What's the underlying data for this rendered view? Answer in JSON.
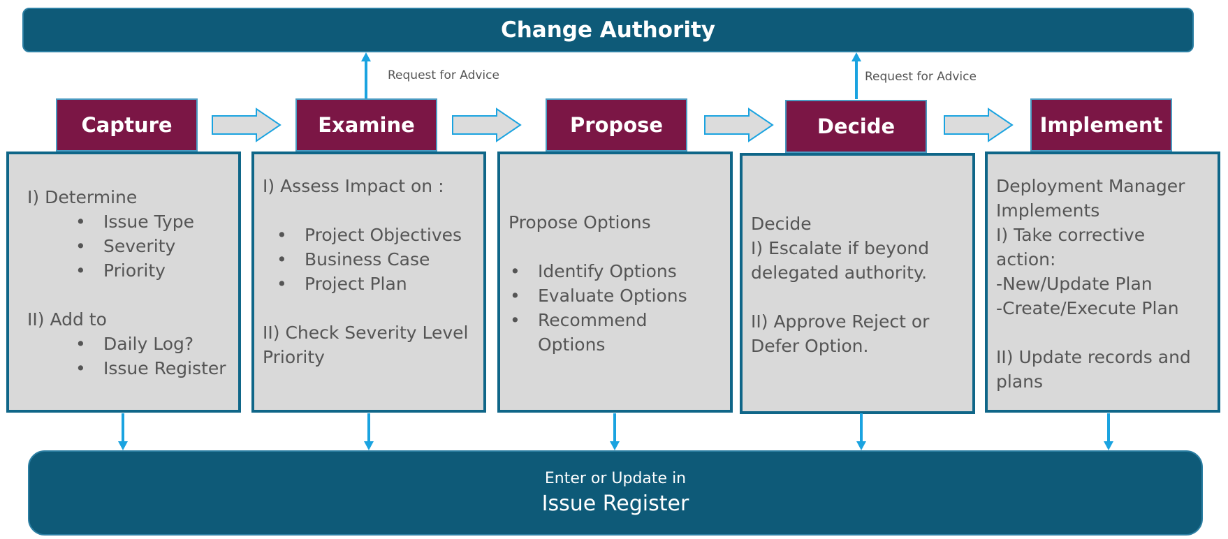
{
  "top_banner": "Change Authority",
  "request_label": "Request for Advice",
  "stages": [
    {
      "title": "Capture"
    },
    {
      "title": "Examine"
    },
    {
      "title": "Propose"
    },
    {
      "title": "Decide"
    },
    {
      "title": "Implement"
    }
  ],
  "capture": {
    "line1": "I)  Determine",
    "items1": [
      "Issue Type",
      "Severity",
      "Priority"
    ],
    "line2": "II) Add to",
    "items2": [
      "Daily Log?",
      "Issue Register"
    ]
  },
  "examine": {
    "line1": "I) Assess Impact on :",
    "items": [
      "Project Objectives",
      "Business Case",
      "Project Plan"
    ],
    "line2a": "II) Check Severity Level",
    "line2b": "Priority"
  },
  "propose": {
    "line1": "Propose Options",
    "items": [
      "Identify Options",
      "Evaluate Options",
      "Recommend"
    ],
    "item_cont": "Options"
  },
  "decide": {
    "lines1": [
      "Decide",
      "I) Escalate if beyond",
      "delegated authority."
    ],
    "lines2": [
      "II) Approve Reject or",
      "Defer Option."
    ]
  },
  "implement": {
    "lines1": [
      "Deployment Manager",
      "Implements",
      "I) Take corrective",
      "action:",
      "-New/Update Plan",
      "-Create/Execute Plan"
    ],
    "lines2": [
      "II)  Update records and",
      "plans"
    ]
  },
  "bottom_banner": {
    "sub": "Enter or Update in",
    "main": "Issue Register"
  },
  "colors": {
    "banner": "#0e5a78",
    "stage": "#7b1645",
    "box_fill": "#d9d9d9",
    "box_border": "#0f6688",
    "arrow": "#1aa3e0"
  }
}
